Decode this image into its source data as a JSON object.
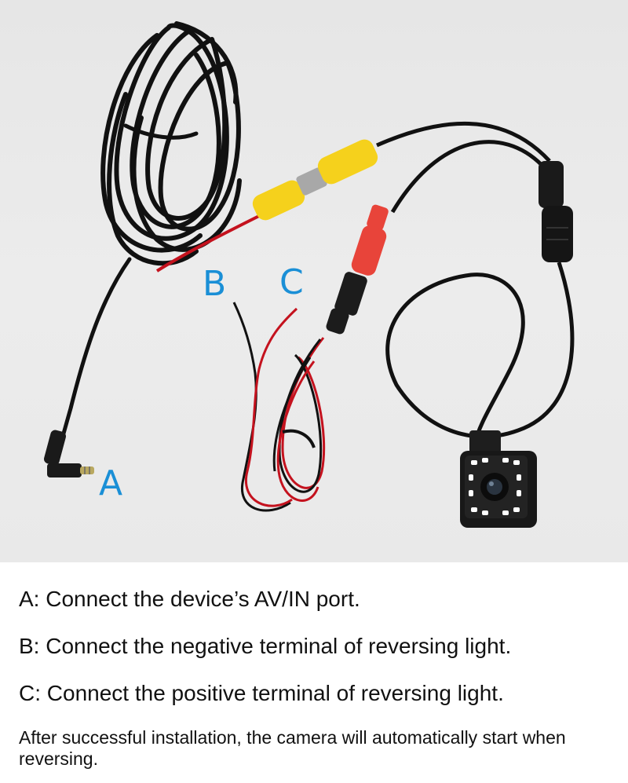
{
  "photo": {
    "callouts": {
      "a": "A",
      "b": "B",
      "c": "C"
    },
    "colors": {
      "background": "#e8e8e8",
      "cable": "#111111",
      "rca_yellow": "#f5d11c",
      "rca_red": "#e8443a",
      "wire_red": "#c4121e",
      "callout_blue": "#1a8fd6",
      "led_white": "#ffffff"
    }
  },
  "legend": {
    "a": "A: Connect the device’s AV/IN port.",
    "b": "B: Connect the negative terminal of reversing light.",
    "c": "C: Connect the positive terminal of reversing light.",
    "note": "After successful installation, the camera will automatically start when reversing."
  }
}
